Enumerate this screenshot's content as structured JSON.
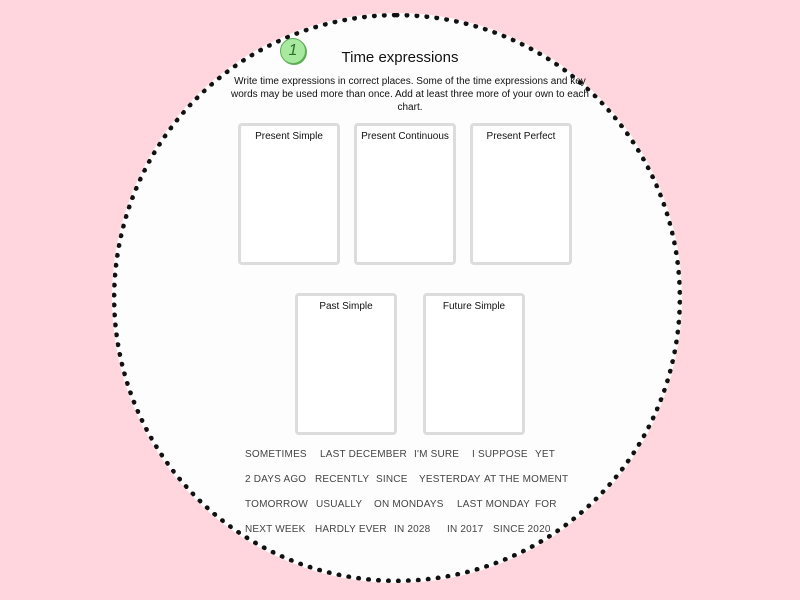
{
  "activity": {
    "number": "1",
    "title": "Time expressions",
    "instructions": "Write time expressions in correct places. Some of the time expressions and key words may be used more than once. Add at least three more of your own to each chart."
  },
  "boxes": [
    {
      "label": "Present Simple"
    },
    {
      "label": "Present Continuous"
    },
    {
      "label": "Present Perfect"
    },
    {
      "label": "Past Simple"
    },
    {
      "label": "Future Simple"
    }
  ],
  "words": [
    "SOMETIMES",
    "LAST DECEMBER",
    "I'M SURE",
    "I SUPPOSE",
    "YET",
    "2 DAYS AGO",
    "RECENTLY",
    "SINCE",
    "YESTERDAY",
    "AT THE MOMENT",
    "TOMORROW",
    "USUALLY",
    "ON MONDAYS",
    "LAST MONDAY",
    "FOR",
    "NEXT WEEK",
    "HARDLY EVER",
    "IN 2028",
    "IN 2017",
    "SINCE 2020"
  ],
  "colors": {
    "background": "#ffd6de",
    "circle": "#fdfdfd",
    "badge": "#a8e9a0",
    "box_border": "#dcdcdc"
  }
}
